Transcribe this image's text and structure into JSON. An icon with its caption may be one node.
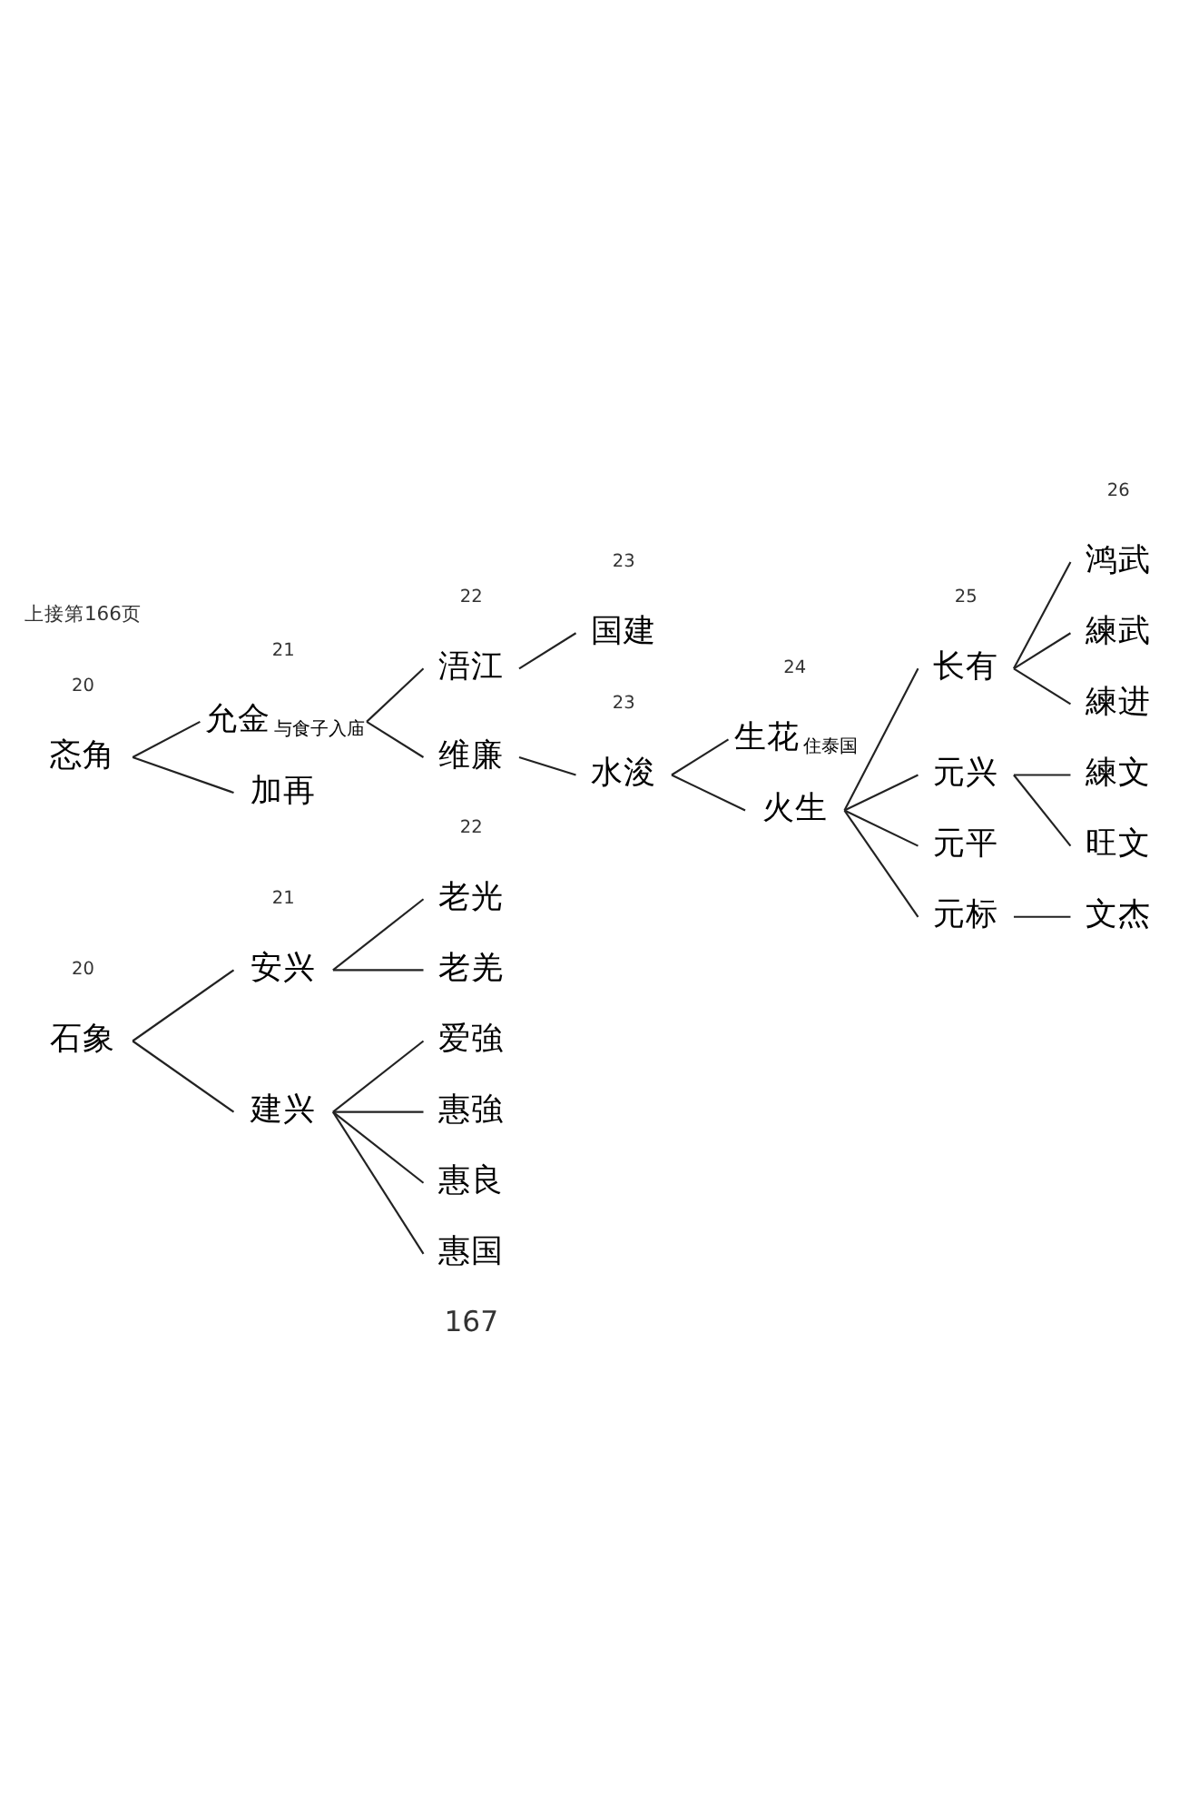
{
  "diagram": {
    "nodes": [
      {
        "text": [
          "忞角"
        ]
      },
      {
        "text": [
          "允金"
        ],
        "beside": [
          "与食子入庙"
        ]
      },
      {
        "text": [
          "加再"
        ]
      },
      {
        "text": [
          "浯江"
        ]
      },
      {
        "text": [
          "维廉"
        ]
      },
      {
        "text": [
          "国建"
        ]
      },
      {
        "text": [
          "水浚"
        ]
      },
      {
        "text": [
          "生花"
        ],
        "beside": [
          "住泰国"
        ]
      },
      {
        "text": [
          "火生"
        ]
      },
      {
        "text": [
          "长有"
        ]
      },
      {
        "text": [
          "元兴"
        ]
      },
      {
        "text": [
          "元平"
        ]
      },
      {
        "text": [
          "元标"
        ]
      },
      {
        "text": [
          "鸿武"
        ]
      },
      {
        "text": [
          "練武"
        ]
      },
      {
        "text": [
          "練进"
        ]
      },
      {
        "text": [
          "練文"
        ]
      },
      {
        "text": [
          "旺文"
        ]
      },
      {
        "text": [
          "文杰"
        ]
      },
      {
        "text": [
          "石象"
        ]
      },
      {
        "text": [
          "安兴"
        ]
      },
      {
        "text": [
          "建兴"
        ]
      },
      {
        "text": [
          "老光"
        ]
      },
      {
        "text": [
          "老羌"
        ]
      },
      {
        "text": [
          "爱強"
        ]
      },
      {
        "text": [
          "惠強"
        ]
      },
      {
        "text": [
          "惠良"
        ]
      },
      {
        "text": [
          "惠国"
        ]
      }
    ],
    "edges": [
      {
        "from": 0,
        "to": 1,
        "arrow": "none"
      },
      {
        "from": 0,
        "to": 2,
        "arrow": "none"
      },
      {
        "from": 1,
        "to": 3,
        "arrow": "none"
      },
      {
        "from": 1,
        "to": 4,
        "arrow": "none"
      },
      {
        "from": 3,
        "to": 5,
        "arrow": "none"
      },
      {
        "from": 4,
        "to": 6,
        "arrow": "none"
      },
      {
        "from": 6,
        "to": 7,
        "arrow": "none"
      },
      {
        "from": 6,
        "to": 8,
        "arrow": "none"
      },
      {
        "from": 8,
        "to": 9,
        "arrow": "none"
      },
      {
        "from": 8,
        "to": 10,
        "arrow": "none"
      },
      {
        "from": 8,
        "to": 11,
        "arrow": "none"
      },
      {
        "from": 8,
        "to": 12,
        "arrow": "none"
      },
      {
        "from": 9,
        "to": 13,
        "arrow": "none"
      },
      {
        "from": 9,
        "to": 14,
        "arrow": "none"
      },
      {
        "from": 9,
        "to": 15,
        "arrow": "none"
      },
      {
        "from": 10,
        "to": 16,
        "arrow": "none"
      },
      {
        "from": 10,
        "to": 17,
        "arrow": "none"
      },
      {
        "from": 12,
        "to": 18,
        "arrow": "none"
      },
      {
        "from": 19,
        "to": 20,
        "arrow": "none"
      },
      {
        "from": 19,
        "to": 21,
        "arrow": "none"
      },
      {
        "from": 20,
        "to": 22,
        "arrow": "none"
      },
      {
        "from": 20,
        "to": 23,
        "arrow": "none"
      },
      {
        "from": 21,
        "to": 24,
        "arrow": "none"
      },
      {
        "from": 21,
        "to": 25,
        "arrow": "none"
      },
      {
        "from": 21,
        "to": 26,
        "arrow": "none"
      },
      {
        "from": 21,
        "to": 27,
        "arrow": "none"
      }
    ],
    "labels": [
      "上接第166页",
      "20",
      "21",
      "22",
      "23",
      "23",
      "24",
      "25",
      "26",
      "20",
      "21",
      "22",
      "167"
    ]
  }
}
